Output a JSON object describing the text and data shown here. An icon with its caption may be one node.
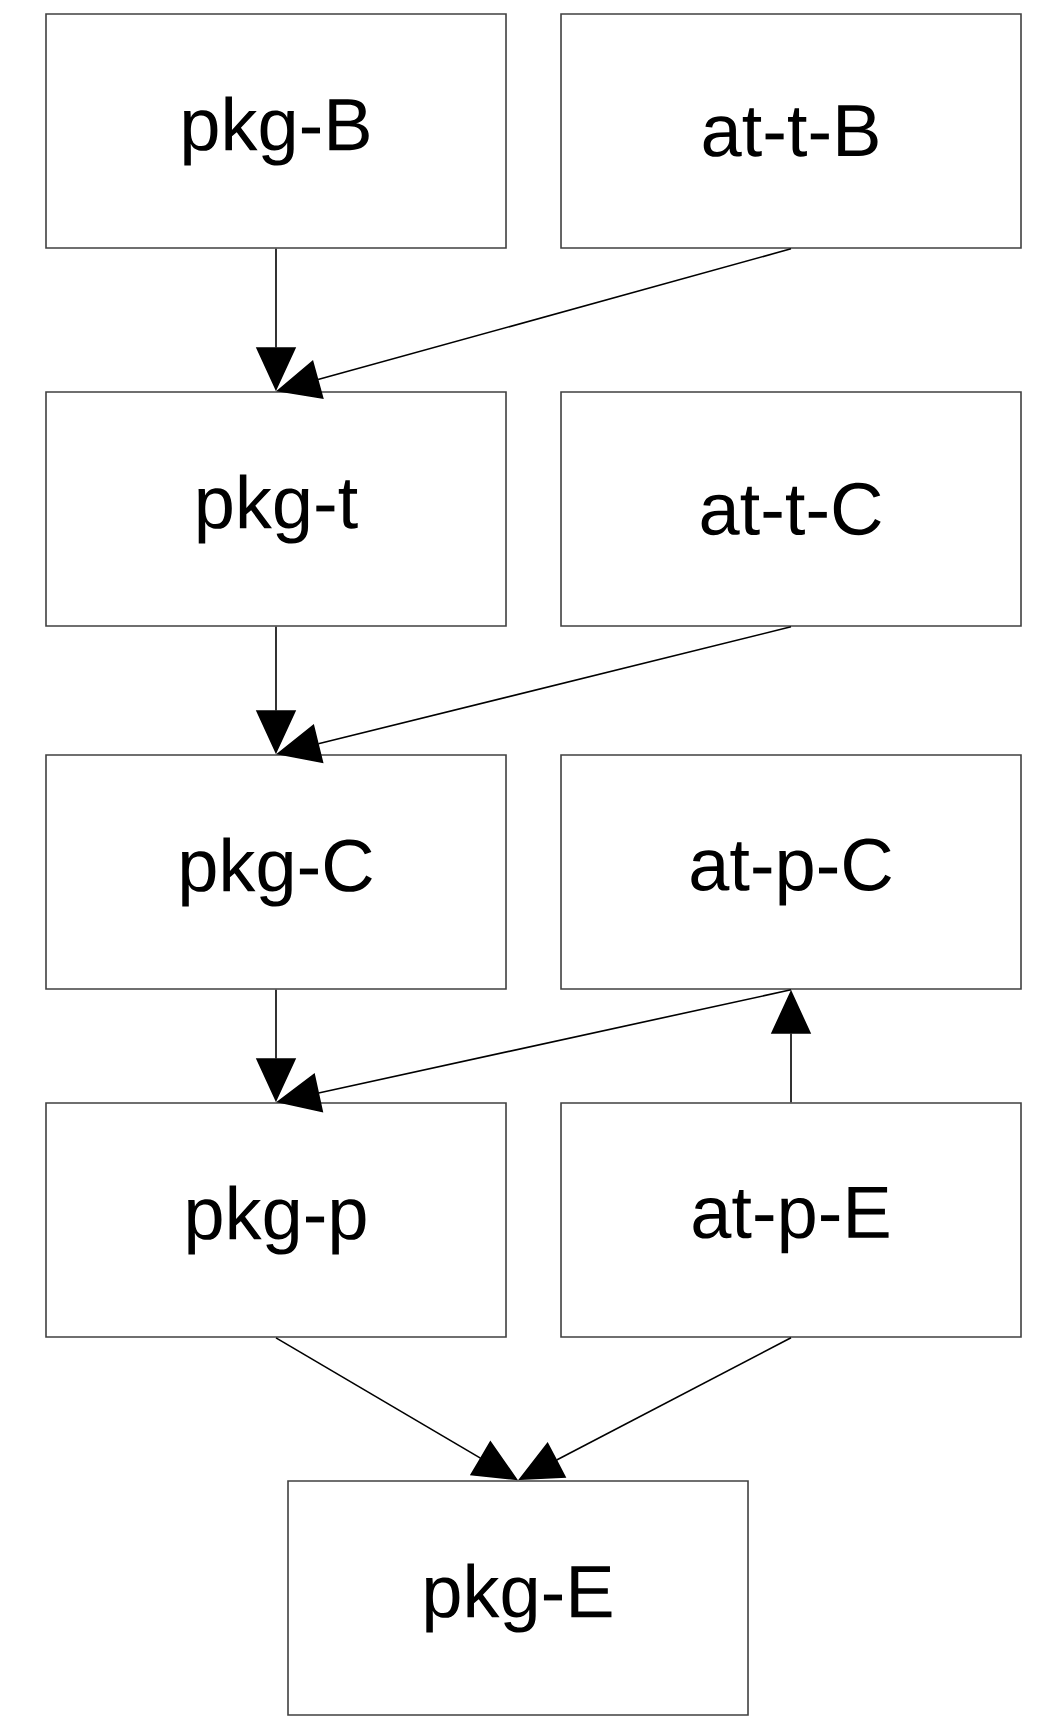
{
  "diagram": {
    "nodes": [
      {
        "text": [
          "pkg-B"
        ]
      },
      {
        "text": [
          "at-t-B"
        ]
      },
      {
        "text": [
          "pkg-t"
        ]
      },
      {
        "text": [
          "at-t-C"
        ]
      },
      {
        "text": [
          "pkg-C"
        ]
      },
      {
        "text": [
          "at-p-C"
        ]
      },
      {
        "text": [
          "pkg-p"
        ]
      },
      {
        "text": [
          "at-p-E"
        ]
      },
      {
        "text": [
          "pkg-E"
        ]
      }
    ],
    "edges": [
      {
        "from": 0,
        "to": 2,
        "arrow": "to"
      },
      {
        "from": 1,
        "to": 2,
        "arrow": "to"
      },
      {
        "from": 2,
        "to": 4,
        "arrow": "to"
      },
      {
        "from": 3,
        "to": 4,
        "arrow": "to"
      },
      {
        "from": 4,
        "to": 6,
        "arrow": "to"
      },
      {
        "from": 5,
        "to": 6,
        "arrow": "to"
      },
      {
        "from": 7,
        "to": 5,
        "arrow": "to"
      },
      {
        "from": 6,
        "to": 8,
        "arrow": "to"
      },
      {
        "from": 7,
        "to": 8,
        "arrow": "to"
      }
    ]
  }
}
